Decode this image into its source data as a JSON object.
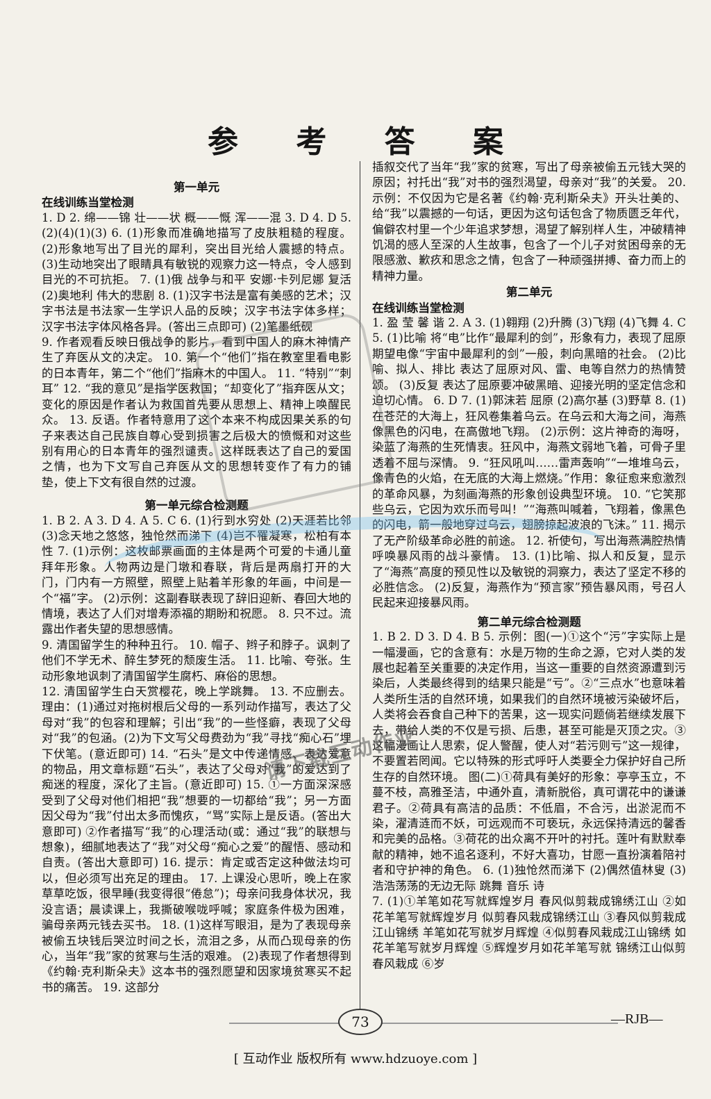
{
  "title": "参 考 答 案",
  "left_column": {
    "unit1_heading": "第一单元",
    "unit1_sub": "在线训练当堂检测",
    "unit1_p1": "1. D  2. 绵——锦  壮——状  概——慨  浑——混  3. D  4. D  5. (2)(4)(1)(3)  6. (1)形象而准确地描写了皮肤粗糙的程度。 (2)形象地写出了目光的犀利，突出目光给人震撼的特点。 (3)生动地突出了眼睛具有敏锐的观察力这一特点，令人感到目光的不可抗拒。 7. (1)俄  战争与和平  安娜·卡列尼娜  复活  (2)奥地利  伟大的悲剧  8. (1)汉字书法是富有美感的艺术；汉字书法是书法家一生学识人品的反映；汉字书法字体多样；汉字书法字体风格各异。(答出三点即可) (2)笔墨纸砚",
    "unit1_p2": "9. 作者观看反映日俄战争的影片，看到中国人的麻木神情产生了弃医从文的决定。 10. 第一个“他们”指在教室里看电影的日本青年，第二个“他们”指麻木的中国人。 11. “特别”“刺耳”  12. “我的意见”是指学医救国；“却变化了”指弃医从文；变化的原因是作者认为救国首先要从思想上、精神上唤醒民众。 13. 反语。作者特意用了这个本来不构成因果关系的句子来表达自己民族自尊心受到损害之后极大的愤慨和对这些别有用心的日本青年的强烈谴责。这样既表达了自己的爱国之情，也为下文写自己弃医从文的思想转变作了有力的铺垫，使上下文有很自然的过渡。",
    "unit1_test_heading": "第一单元综合检测题",
    "unit1_test_p1": "1. B  2. A  3. D  4. A  5. C  6. (1)行到水穷处  (2)天涯若比邻  (3)念天地之悠悠，独怆然而涕下  (4)岂不罹凝寒，松柏有本性  7. (1)示例：这枚邮票画面的主体是两个可爱的卡通儿童拜年形象。人物两边是门墩和春联，背后是两扇打开的大门，门内有一方照壁，照壁上贴着羊形象的年画，中间是一个“福”字。 (2)示例：这副春联表现了辞旧迎新、春回大地的情境，表达了人们对增寿添福的期盼和祝愿。 8. 只不过。流露出作者失望的思想感情。",
    "unit1_test_p2": "9. 清国留学生的种种丑行。 10. 帽子、辫子和脖子。讽刺了他们不学无术、醉生梦死的颓废生活。 11. 比喻、夸张。生动形象地讽刺了清国留学生腐朽、麻俗的思想。",
    "unit1_test_p3": "12. 清国留学生白天赏樱花，晚上学跳舞。 13. 不应删去。理由：(1)通过对拖树根后父母的一系列动作描写，表达了父母对“我”的包容和理解；引出“我”的一些怪癖，表现了父母对“我”的包涵。(2)为下文写父母费劲为“我”寻找“痴心石”埋下伏笔。(意近即可) 14. “石头”是文中传递情感、表达爱意的物品，用文章标题“石头”，表达了父母对“我”的爱达到了痴迷的程度，深化了主旨。(意近即可) 15. ①一方面深深感受到了父母对他们相把“我”想要的一切都给“我”；另一方面因父母为“我”付出太多而愧疚，“骂”实际上是反语。(答出大意即可) ②作者描写“我”的心理活动(或：通过“我”的联想与想象)，细腻地表达了“我”对父母“痴心之爱”的醒悟、感动和自责。(答出大意即可) 16. 提示：肯定或否定这种做法均可以，但必须写出充足的理由。 17. 上课没心思听，晚上在家草草吃饭，很早睡(我变得很“倦怠”)；母亲问我身体状况，我没言语；晨读课上，我撕破喉咙呼喊；家庭条件极为困难，骗母亲两元钱去买书。 18. (1)这样写眼泪，是为了表现母亲被偷五块钱后哭泣时间之长，流泪之多，从而凸现母亲的伤心，当年“我”家的贫寒与生活的艰难。 (2)表现了作者想得到《约翰·克利斯朵夫》这本书的强烈愿望和因家境贫寒买不起书的痛苦。 19. 这部分"
  },
  "right_column": {
    "cont_p1": "插叙交代了当年“我”家的贫寒，写出了母亲被偷五元钱大哭的原因；衬托出“我”对书的强烈渴望，母亲对“我”的关爱。 20. 示例：不仅因为它是名著《约翰·克利斯朵夫》开头壮美的、给“我”以震撼的一句话，更因为这句话包含了物质匮乏年代，偏僻农村里一个少年追求梦想，渴望了解别样人生，冲破精神饥渴的感人至深的人生故事，包含了一个儿子对贫困母亲的无限感激、歉疚和思念之情，包含了一种顽强拼搏、奋力而上的精神力量。",
    "unit2_heading": "第二单元",
    "unit2_sub": "在线训练当堂检测",
    "unit2_p1": "1. 盈  莹  馨  谐  2. A  3. (1)翱翔  (2)升腾  (3)飞翔  (4)飞舞  4. C  5. (1)比喻  将“电”比作“最犀利的剑”，形象有力，表现了屈原期望电像“宇宙中最犀利的剑”一般，刺向黑暗的社会。 (2)比喻、拟人、排比  表达了屈原对风、雷、电等自然力的热情赞颂。 (3)反复  表达了屈原要冲破黑暗、迎接光明的坚定信念和迫切心情。 6. D  7. (1)郭沫若  屈原  (2)高尔基  (3)野草  8. (1)在苍茫的大海上，狂风卷集着乌云。在乌云和大海之间，海燕像黑色的闪电，在高傲地飞翔。 (2)示例：这片神奇的海呀，染蓝了海燕的生死情衷。狂风中，海燕文弱地飞着，可骨子里透着不屈与深情。 9. “狂风吼叫……雷声轰响”“一堆堆乌云，像青色的火焰，在无底的大海上燃烧。”作用：象征愈来愈激烈的革命风暴，为刻画海燕的形象创设典型环境。 10. “它笑那些乌云，它因为欢乐而号叫！”“海燕叫喊着，飞翔着，像黑色的闪电，箭一般地穿过乌云，翅膀掠起波浪的飞沫。” 11. 揭示了无产阶级革命必胜的前途。 12. 祈使句，写出海燕满腔热情呼唤暴风雨的战斗豪情。 13. (1)比喻、拟人和反复，显示了“海燕”高度的预见性以及敏锐的洞察力，表达了坚定不移的必胜信念。 (2)反复，海燕作为“预言家”预告暴风雨，号召人民起来迎接暴风雨。",
    "unit2_test_heading": "第二单元综合检测题",
    "unit2_test_p1": "1. B  2. D  3. D  4. B  5. 示例：图(一)①这个“污”字实际上是一幅漫画，它的含意有：水是万物的生命之源，它对人类的发展也起着至关重要的决定作用，当这一重要的自然资源遭到污染后，人类最终得到的结果只能是“亏”。②“三点水”也意味着人类所生活的自然环境，如果我们的自然环境被污染破坏后，人类将会吞食自己种下的苦果，这一现实问题倘若继续发展下去，带给人类的不仅是亏损、后患，甚至可能是灭顶之灾。③这幅漫画让人思索，促人警醒，使人对“若污则亏”这一规律，不要置若罔闻。它以特殊的形式呼吁人类要全力保护好自己所生存的自然环境。  图(二)①荷具有美好的形象：亭亭玉立，不蔓不枝，高雅圣洁，中通外直，清新脱俗，真可谓花中的谦谦君子。②荷具有高洁的品质：不低眉，不合污，出淤泥而不染，濯清涟而不妖，可远观而不可亵玩，永远保持清远的馨香和完美的品格。③荷花的出众离不开叶的衬托。莲叶有默默奉献的精神，她不追名逐利，不好大喜功，甘愿一直扮演着陪衬者和守护神的角色。 6. (1)独怆然而涕下  (2)偶然值林叟  (3)浩浩荡荡的无边无际  跳舞  音乐  诗",
    "unit2_test_p2": "7. (1)①羊笔如花写就辉煌岁月  春风似剪栽成锦绣江山  ②如花羊笔写就辉煌岁月  似剪春风栽成锦绣江山  ③春风似剪栽成江山锦绣  羊笔如花写就岁月辉煌  ④似剪春风栽成江山锦绣  如花羊笔写就岁月辉煌  ⑤辉煌岁月如花羊笔写就  锦绣江山似剪春风栽成  ⑥岁"
  },
  "watermark": "请下载互动作业",
  "footer": {
    "page_number": "73",
    "edition": "—RJB—",
    "copyright": "[ 互动作业 版权所有 www.hdzuoye.com ]"
  }
}
